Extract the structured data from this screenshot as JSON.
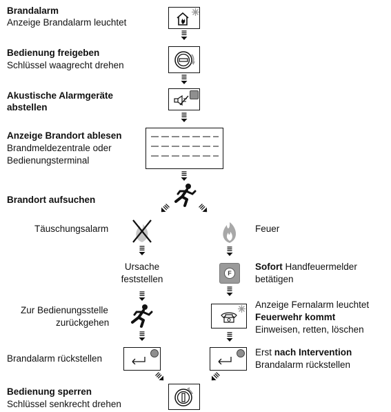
{
  "steps": {
    "s1": {
      "title": "Brandalarm",
      "text": "Anzeige Brandalarm leuchtet"
    },
    "s2": {
      "title": "Bedienung freigeben",
      "text": "Schlüssel waagrecht drehen"
    },
    "s3": {
      "title_line1": "Akustische Alarmgeräte",
      "title_line2": "abstellen"
    },
    "s4": {
      "title": "Anzeige Brandort ablesen",
      "line2": "Brandmeldezentrale oder",
      "line3": "Bedienungsterminal"
    },
    "s5": {
      "title": "Brandort aufsuchen"
    }
  },
  "left": {
    "deception": "Täuschungsalarm",
    "cause_line1": "Ursache",
    "cause_line2": "feststellen",
    "return_line1": "Zur Bedienungsstelle",
    "return_line2": "zurückgehen",
    "reset": "Brandalarm rückstellen"
  },
  "right": {
    "fire": "Feuer",
    "manual_bold": "Sofort",
    "manual_rest": " Handfeuermelder",
    "manual_line2": "betätigen",
    "remote_line1": "Anzeige Fernalarm leuchtet",
    "remote_bold": "Feuerwehr kommt",
    "remote_line3": "Einweisen, retten, löschen",
    "after_pre": "Erst ",
    "after_bold": "nach Intervention",
    "after_line2": "Brandalarm rückstellen"
  },
  "final": {
    "title": "Bedienung sperren",
    "text": "Schlüssel senkrecht drehen"
  },
  "icons": [
    "house-fire-icon",
    "key-horizontal-icon",
    "mute-horn-icon",
    "display-panel-icon",
    "running-person-icon",
    "crossed-fire-icon",
    "flame-icon",
    "manual-call-point-icon",
    "phone-icon",
    "reset-arrow-icon",
    "key-vertical-icon"
  ],
  "colors": {
    "led": "#8f8f8f",
    "spark": "#9a9a9a"
  }
}
